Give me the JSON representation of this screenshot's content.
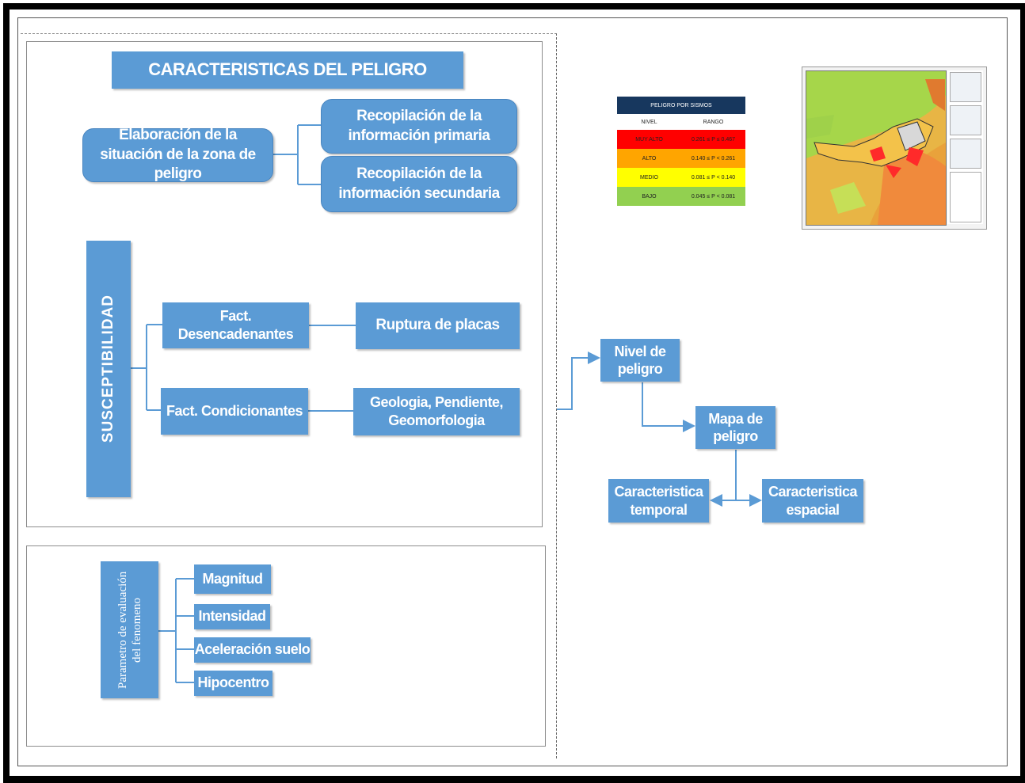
{
  "header": {
    "title": "CARACTERISTICAS DEL PELIGRO"
  },
  "situation": {
    "main": "Elaboración de la situación de la zona de peligro",
    "primary": "Recopilación de la información primaria",
    "secondary": "Recopilación de la información secundaria"
  },
  "susceptibility": {
    "label": "SUSCEPTIBILIDAD",
    "triggering": "Fact. Desencadenantes",
    "triggering_result": "Ruptura de placas",
    "conditioning": "Fact. Condicionantes",
    "conditioning_result": "Geologia, Pendiente, Geomorfologia"
  },
  "parameters": {
    "label": "Parametro de evaluación del fenomeno",
    "items": [
      "Magnitud",
      "Intensidad",
      "Aceleración suelo",
      "Hipocentro"
    ]
  },
  "flow": {
    "level": "Nivel de peligro",
    "map": "Mapa de peligro",
    "temporal": "Caracteristica temporal",
    "spatial": "Caracteristica espacial"
  },
  "legend": {
    "title": "PELIGRO POR SISMOS",
    "col_level": "NIVEL",
    "col_range": "RANGO",
    "rows": [
      {
        "level": "MUY ALTO",
        "range": "0.261 ≤ P ≤ 0.467",
        "color": "#ff0000"
      },
      {
        "level": "ALTO",
        "range": "0.140 ≤ P < 0.261",
        "color": "#ffa500"
      },
      {
        "level": "MEDIO",
        "range": "0.081 ≤ P < 0.140",
        "color": "#ffff00"
      },
      {
        "level": "BAJO",
        "range": "0.045 ≤ P < 0.081",
        "color": "#92d050"
      }
    ]
  },
  "colors": {
    "box": "#5b9bd5",
    "legend_header": "#17375e"
  }
}
